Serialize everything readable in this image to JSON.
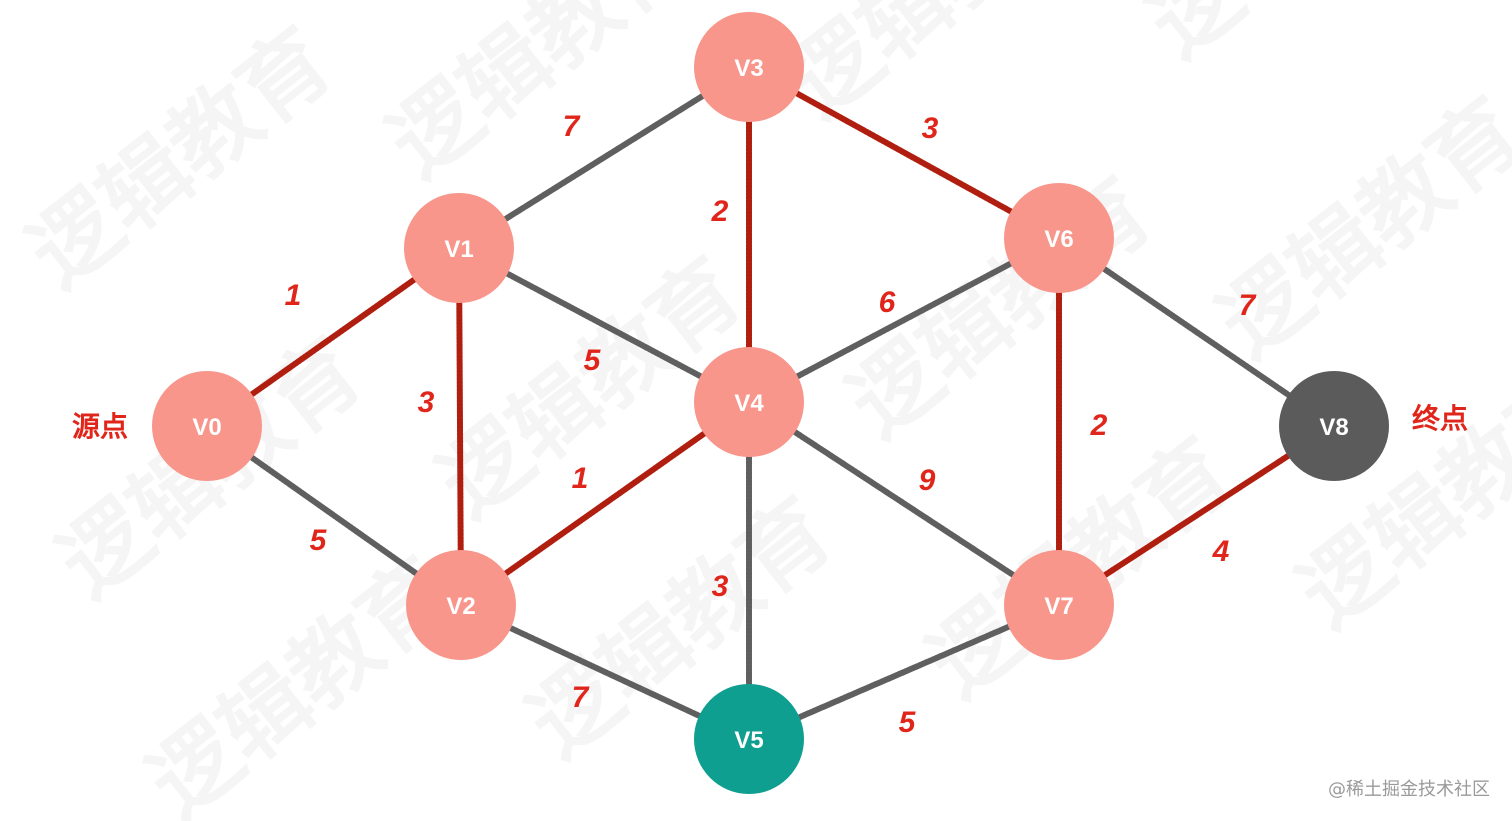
{
  "colors": {
    "node_default": "#f8968c",
    "node_target": "#5b5b5b",
    "node_highlight": "#0f9f90",
    "edge_default": "#5f5f5f",
    "edge_path": "#b01e10",
    "label": "#e0261b"
  },
  "nodes": [
    {
      "id": "V0",
      "label": "V0",
      "kind": "default"
    },
    {
      "id": "V1",
      "label": "V1",
      "kind": "default"
    },
    {
      "id": "V2",
      "label": "V2",
      "kind": "default"
    },
    {
      "id": "V3",
      "label": "V3",
      "kind": "default"
    },
    {
      "id": "V4",
      "label": "V4",
      "kind": "default"
    },
    {
      "id": "V5",
      "label": "V5",
      "kind": "highlight"
    },
    {
      "id": "V6",
      "label": "V6",
      "kind": "default"
    },
    {
      "id": "V7",
      "label": "V7",
      "kind": "default"
    },
    {
      "id": "V8",
      "label": "V8",
      "kind": "target"
    }
  ],
  "edges": [
    {
      "from": "V0",
      "to": "V1",
      "weight": "1",
      "path": true
    },
    {
      "from": "V0",
      "to": "V2",
      "weight": "5",
      "path": false
    },
    {
      "from": "V1",
      "to": "V2",
      "weight": "3",
      "path": true
    },
    {
      "from": "V1",
      "to": "V3",
      "weight": "7",
      "path": false
    },
    {
      "from": "V1",
      "to": "V4",
      "weight": "5",
      "path": false
    },
    {
      "from": "V2",
      "to": "V4",
      "weight": "1",
      "path": true
    },
    {
      "from": "V2",
      "to": "V5",
      "weight": "7",
      "path": false
    },
    {
      "from": "V3",
      "to": "V4",
      "weight": "2",
      "path": true
    },
    {
      "from": "V3",
      "to": "V6",
      "weight": "3",
      "path": true
    },
    {
      "from": "V4",
      "to": "V5",
      "weight": "3",
      "path": false
    },
    {
      "from": "V4",
      "to": "V6",
      "weight": "6",
      "path": false
    },
    {
      "from": "V4",
      "to": "V7",
      "weight": "9",
      "path": false
    },
    {
      "from": "V5",
      "to": "V7",
      "weight": "5",
      "path": false
    },
    {
      "from": "V6",
      "to": "V7",
      "weight": "2",
      "path": true
    },
    {
      "from": "V6",
      "to": "V8",
      "weight": "7",
      "path": false
    },
    {
      "from": "V7",
      "to": "V8",
      "weight": "4",
      "path": true
    }
  ],
  "labels": {
    "source": "源点",
    "target": "终点"
  },
  "watermark": "逻辑教育",
  "footer": "@稀土掘金技术社区"
}
